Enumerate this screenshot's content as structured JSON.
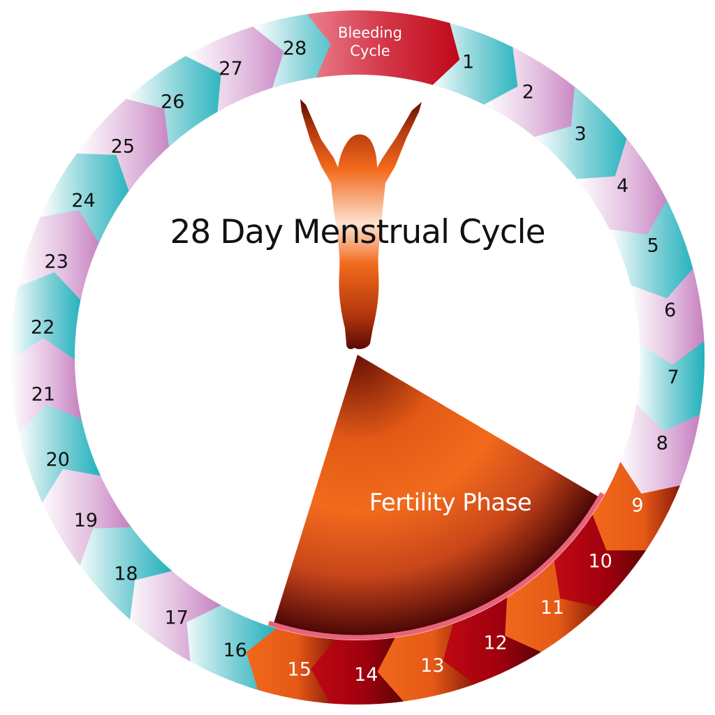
{
  "title": "28 Day Menstrual Cycle",
  "bleeding": {
    "line1": "Bleeding",
    "line2": "Cycle",
    "color": "#c8102e"
  },
  "fertility": {
    "label": "Fertility Phase",
    "days_start": 9,
    "days_end": 15,
    "color": "#f26a1c"
  },
  "colors": {
    "teal": "#21b1bd",
    "pink": "#c986c2",
    "orange": "#f26a1c",
    "red": "#b50012",
    "dark_red": "#6a0a0a",
    "rim": "#e8637a"
  },
  "days": [
    {
      "n": "1",
      "kind": "teal"
    },
    {
      "n": "2",
      "kind": "pink"
    },
    {
      "n": "3",
      "kind": "teal"
    },
    {
      "n": "4",
      "kind": "pink"
    },
    {
      "n": "5",
      "kind": "teal"
    },
    {
      "n": "6",
      "kind": "pink"
    },
    {
      "n": "7",
      "kind": "teal"
    },
    {
      "n": "8",
      "kind": "pink"
    },
    {
      "n": "9",
      "kind": "orange"
    },
    {
      "n": "10",
      "kind": "red"
    },
    {
      "n": "11",
      "kind": "orange"
    },
    {
      "n": "12",
      "kind": "red"
    },
    {
      "n": "13",
      "kind": "orange"
    },
    {
      "n": "14",
      "kind": "red"
    },
    {
      "n": "15",
      "kind": "orange"
    },
    {
      "n": "16",
      "kind": "teal"
    },
    {
      "n": "17",
      "kind": "pink"
    },
    {
      "n": "18",
      "kind": "teal"
    },
    {
      "n": "19",
      "kind": "pink"
    },
    {
      "n": "20",
      "kind": "teal"
    },
    {
      "n": "21",
      "kind": "pink"
    },
    {
      "n": "22",
      "kind": "teal"
    },
    {
      "n": "23",
      "kind": "pink"
    },
    {
      "n": "24",
      "kind": "teal"
    },
    {
      "n": "25",
      "kind": "pink"
    },
    {
      "n": "26",
      "kind": "teal"
    },
    {
      "n": "27",
      "kind": "pink"
    },
    {
      "n": "28",
      "kind": "teal"
    }
  ]
}
